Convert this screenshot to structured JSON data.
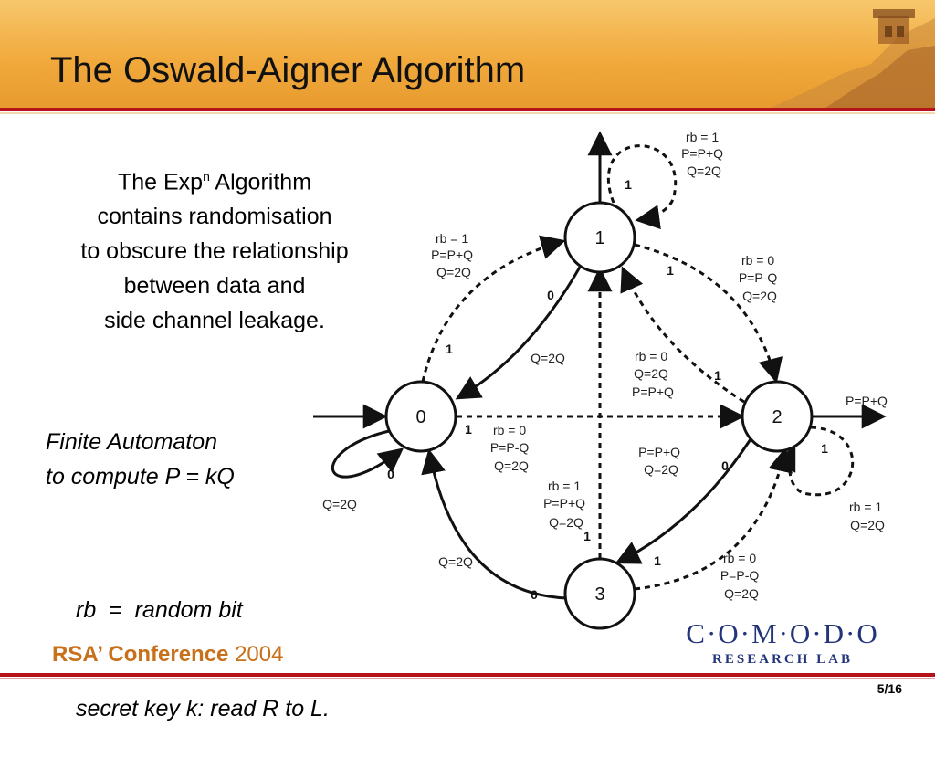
{
  "slide": {
    "title": "The Oswald-Aigner Algorithm",
    "description": {
      "line1_pre": "The Exp",
      "line1_sup": "n",
      "line1_post": " Algorithm",
      "line2": "contains randomisation",
      "line3": "to obscure the relationship",
      "line4": "between data and",
      "line5": "side channel leakage."
    },
    "automaton_text": {
      "line1": "Finite Automaton",
      "line2": "to compute P = kQ"
    },
    "notes": {
      "line1": "rb  =  random bit",
      "line2": "secret key k: read R to L."
    },
    "page_number": "5/16"
  },
  "diagram": {
    "states": [
      "0",
      "1",
      "2",
      "3"
    ],
    "labels": {
      "top_loop": [
        "rb = 1",
        "P=P+Q",
        "Q=2Q"
      ],
      "top_loop_bit": "1",
      "left_upper": [
        "rb = 1",
        "P=P+Q",
        "Q=2Q"
      ],
      "left_upper_bit": "1",
      "one_to_zero_bit": "0",
      "one_to_zero": "Q=2Q",
      "right_upper": [
        "rb = 0",
        "P=P-Q",
        "Q=2Q"
      ],
      "right_upper_bit": "1",
      "center_diag": [
        "rb = 0",
        "Q=2Q",
        "P=P+Q"
      ],
      "center_diag_bit": "1",
      "out_two": "P=P+Q",
      "zero_to_two_bit": "1",
      "zero_to_two": [
        "rb = 0",
        "P=P-Q",
        "Q=2Q"
      ],
      "zero_loop_bit": "0",
      "zero_loop": "Q=2Q",
      "two_to_three": [
        "P=P+Q",
        "Q=2Q"
      ],
      "two_to_three_bit": "0",
      "two_loop_bit": "1",
      "two_loop": [
        "rb = 1",
        "Q=2Q"
      ],
      "center_lower": [
        "rb = 1",
        "P=P+Q",
        "Q=2Q"
      ],
      "center_lower_bit": "1",
      "three_to_zero": "Q=2Q",
      "three_to_zero_bit": "0",
      "three_to_two_bit": "1",
      "three_to_two": [
        "rb = 0",
        "P=P-Q",
        "Q=2Q"
      ]
    }
  },
  "footer": {
    "rsa_name": "RSA",
    "rsa_mark": "’",
    "rsa_conf": " Conference",
    "rsa_year": " 2004",
    "comodo_name": "C·O·M·O·D·O",
    "comodo_lab": "RESEARCH LAB"
  },
  "colors": {
    "header": "#f1a93c",
    "rule": "#b5121b",
    "rsa": "#c8701a",
    "comodo": "#23347a"
  }
}
